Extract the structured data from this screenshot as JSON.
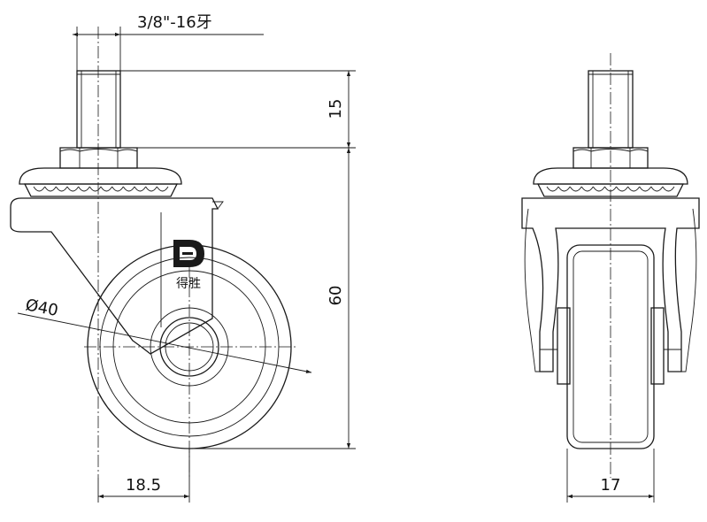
{
  "dimensions": {
    "thread": "3/8\"-16牙",
    "stem_height": "15",
    "total_height": "60",
    "wheel_diameter": "Ø40",
    "offset": "18.5",
    "wheel_width": "17"
  },
  "logo": {
    "letter": "D",
    "brand": "得胜"
  },
  "colors": {
    "line": "#1a1a1a",
    "background": "#ffffff"
  }
}
